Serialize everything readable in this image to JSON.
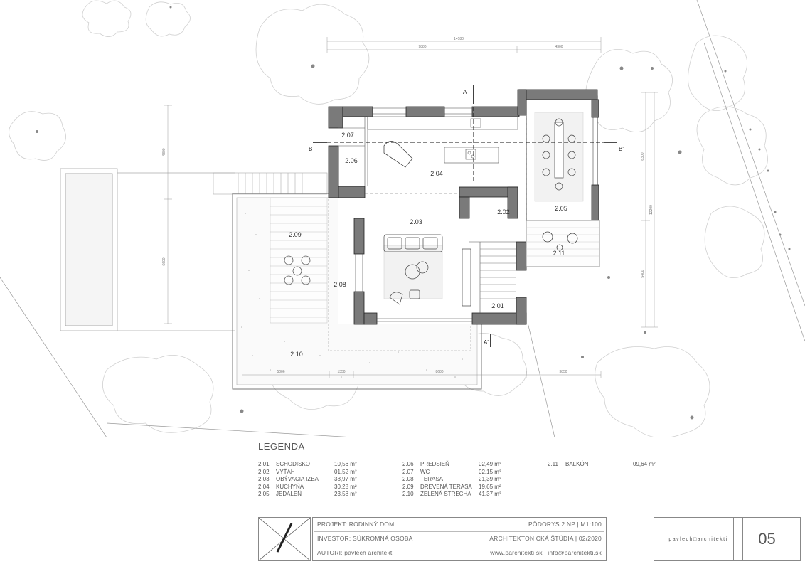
{
  "drawing": {
    "rooms": [
      {
        "code": "2.01"
      },
      {
        "code": "2.02"
      },
      {
        "code": "2.03"
      },
      {
        "code": "2.04"
      },
      {
        "code": "2.05"
      },
      {
        "code": "2.06"
      },
      {
        "code": "2.07"
      },
      {
        "code": "2.08"
      },
      {
        "code": "2.09"
      },
      {
        "code": "2.10"
      },
      {
        "code": "2.11"
      }
    ],
    "dimensions": {
      "top_total": "14180",
      "top_left": "9880",
      "top_right": "4300",
      "left_upper": "4800",
      "left_lower": "6600",
      "right_upper": "6300",
      "right_total": "12200",
      "right_lower": "5400",
      "bottom_1": "5006",
      "bottom_2": "1350",
      "bottom_3": "8680",
      "bottom_4": "3850"
    },
    "section_marks": {
      "a": "A",
      "b": "B",
      "b_prime": "B'",
      "a_prime": "A'"
    }
  },
  "legend": {
    "title": "LEGENDA",
    "items": [
      {
        "code": "2.01",
        "name": "SCHODISKO",
        "area": "10,56 m²"
      },
      {
        "code": "2.02",
        "name": "VÝŤAH",
        "area": "01,52 m²"
      },
      {
        "code": "2.03",
        "name": "OBÝVACIA IZBA",
        "area": "38,97 m²"
      },
      {
        "code": "2.04",
        "name": "KUCHYŇA",
        "area": "30,28 m²"
      },
      {
        "code": "2.05",
        "name": "JEDÁLEŇ",
        "area": "23,58 m²"
      },
      {
        "code": "2.06",
        "name": "PREDSIEŇ",
        "area": "02,49 m²"
      },
      {
        "code": "2.07",
        "name": "WC",
        "area": "02,15 m²"
      },
      {
        "code": "2.08",
        "name": "TERASA",
        "area": "21,39 m²"
      },
      {
        "code": "2.09",
        "name": "DREVENÁ TERASA",
        "area": "19,65 m²"
      },
      {
        "code": "2.10",
        "name": "ZELENÁ STRECHA",
        "area": "41,37 m²"
      },
      {
        "code": "2.11",
        "name": "BALKÓN",
        "area": "09,64 m²"
      }
    ]
  },
  "title_block": {
    "project": "PROJEKT: RODINNÝ DOM",
    "sheet_title": "PÔDORYS 2.NP | M1:100",
    "investor": "INVESTOR: SÚKROMNÁ OSOBA",
    "studio_date": "ARCHITEKTONICKÁ ŠTÚDIA | 02/2020",
    "authors": "AUTORI: pavlech architekti",
    "contact": "www.parchitekti.sk | info@parchitekti.sk",
    "brand": "pavlech□architekti",
    "sheet_number": "05"
  },
  "colors": {
    "wall": "#7a7a7a",
    "line": "#8a8a8a",
    "tree": "#cfcfcf",
    "ink": "#222222"
  }
}
